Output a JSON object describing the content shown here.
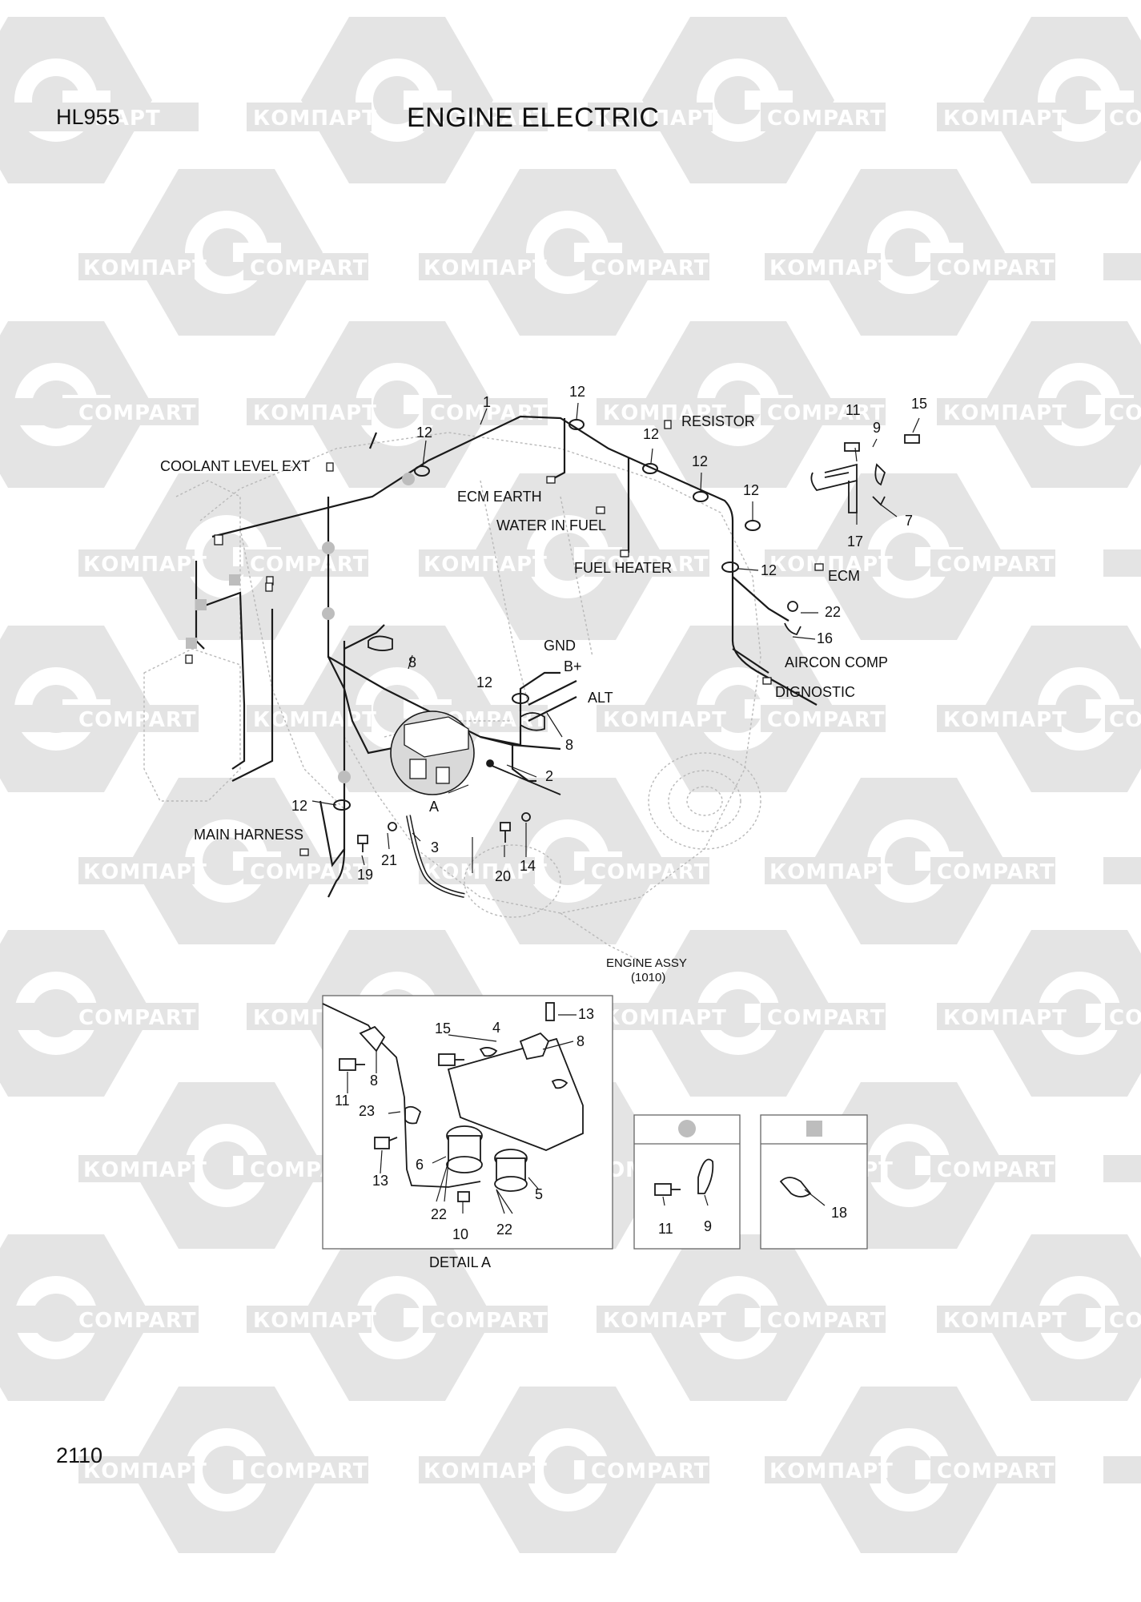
{
  "header": {
    "model": "HL955",
    "title": "ENGINE ELECTRIC"
  },
  "footer": {
    "page_number": "2110"
  },
  "watermark": {
    "text_ru": "КОМПАРТ",
    "text_en": "COMPART",
    "text_en_cut": "COM",
    "text_en_frag": "PART",
    "text_ru_frag": "ПАРТ"
  },
  "callouts": {
    "c1": "1",
    "c2": "2",
    "c3": "3",
    "c4": "4",
    "c5": "5",
    "c6": "6",
    "c7": "7",
    "c8": "8",
    "c9": "9",
    "c10": "10",
    "c11": "11",
    "c12": "12",
    "c13": "13",
    "c14": "14",
    "c15": "15",
    "c16": "16",
    "c17": "17",
    "c18": "18",
    "c19": "19",
    "c20": "20",
    "c21": "21",
    "c22": "22",
    "c23": "23"
  },
  "labels": {
    "coolant_level_ext": "COOLANT LEVEL EXT",
    "ecm_earth": "ECM EARTH",
    "water_in_fuel": "WATER IN FUEL",
    "resistor": "RESISTOR",
    "fuel_heater": "FUEL HEATER",
    "ecm": "ECM",
    "aircon_comp": "AIRCON COMP",
    "dignostic": "DIGNOSTIC",
    "gnd": "GND",
    "b_plus": "B+",
    "alt": "ALT",
    "detail_ref": "A",
    "main_harness": "MAIN HARNESS",
    "engine_assy": "ENGINE ASSY",
    "engine_assy_ref": "(1010)",
    "detail_a": "DETAIL A"
  },
  "colors": {
    "watermark_shape": "#e4e4e4",
    "watermark_text": "#ffffff",
    "line": "#1a1a1a",
    "ghost_engine": "#b8b8b8",
    "marker_grey": "#bdbdbd"
  }
}
